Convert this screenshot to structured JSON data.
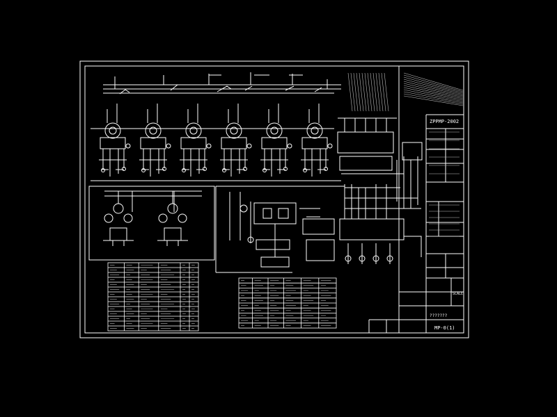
{
  "drawing": {
    "colors": {
      "background": "#000000",
      "linework": "#ffffff",
      "dim": "#bfbfbf"
    },
    "title_block": {
      "standard_code": "ZPPMP-2002",
      "drawing_number": "MP-0(1)",
      "scale_or_sheet": "SCALE",
      "stamp_text": "???????"
    },
    "boilers": {
      "count": 6
    },
    "legend_tables": {
      "equipment_list": {
        "rows": 14,
        "cols": 6
      },
      "symbol_table": {
        "rows": 10,
        "cols": 6
      }
    }
  }
}
